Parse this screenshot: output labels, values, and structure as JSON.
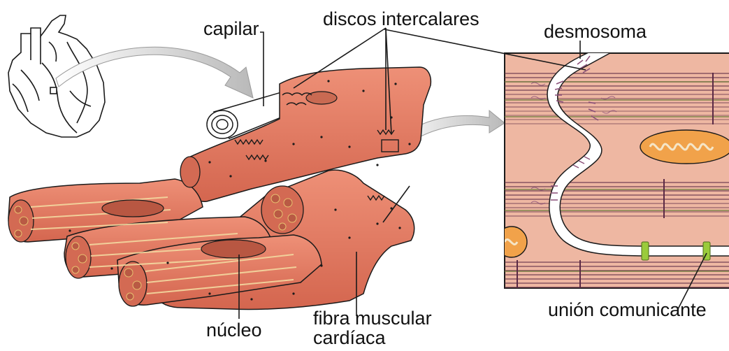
{
  "labels": {
    "capilar": "capilar",
    "discos": "discos intercalares",
    "desmosoma": "desmosoma",
    "nucleo": "núcleo",
    "fibra_line1": "fibra muscular",
    "fibra_line2": "cardíaca",
    "union": "unión comunicante"
  },
  "colors": {
    "muscle": "#e07a63",
    "muscle_dark": "#c65a45",
    "muscle_light": "#ef9c85",
    "panel_bg": "#eeb7a2",
    "outline": "#1a1a1a",
    "myofilament": "#5b2a45",
    "thin_filament": "#6c7b3a",
    "gap_junction": "#9acb3c",
    "desmosome": "#8a4f78",
    "mitochondria": "#f1a24a",
    "nucleus": "#b85742",
    "arrow": "#bfbfbf"
  }
}
